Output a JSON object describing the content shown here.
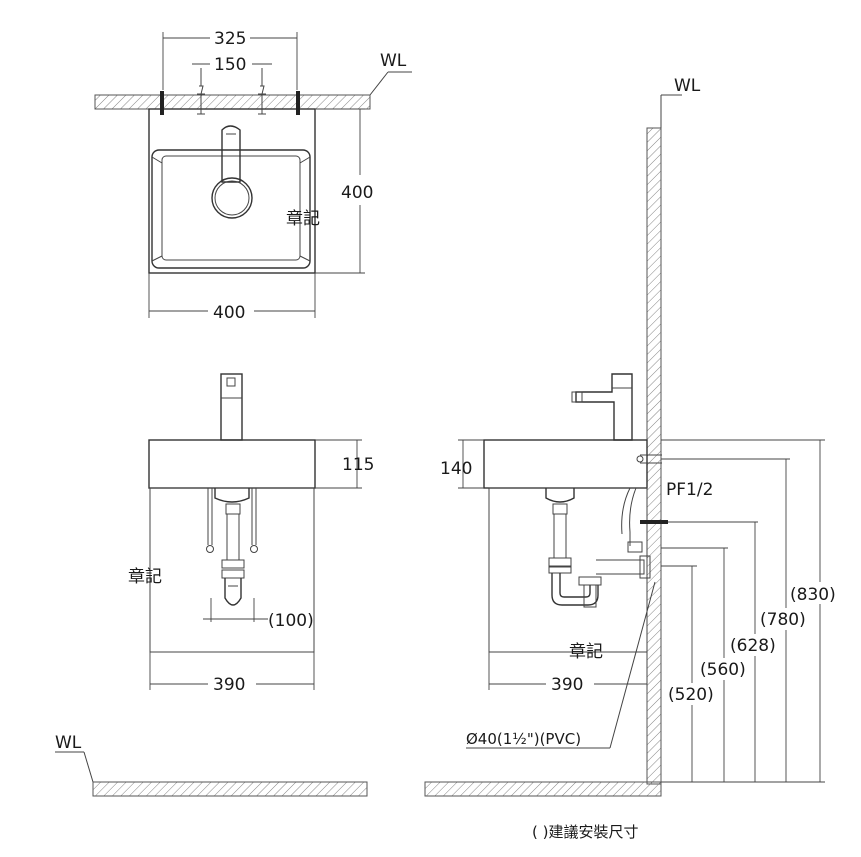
{
  "labels": {
    "wl_top": "WL",
    "wl_right": "WL",
    "wl_bottom": "WL",
    "dim_325": "325",
    "dim_150": "150",
    "dim_400_h": "400",
    "dim_400_v": "400",
    "dim_115": "115",
    "dim_390_front": "390",
    "dim_100": "(100)",
    "dim_140": "140",
    "dim_390_side": "390",
    "pf": "PF1/2",
    "dim_830": "(830)",
    "dim_780": "(780)",
    "dim_628": "(628)",
    "dim_560": "(560)",
    "dim_520": "(520)",
    "pipe": "Ø40(1½\")(PVC)",
    "note": "( )建議安裝尺寸"
  },
  "marks": {
    "stamp_text": "章記"
  },
  "colors": {
    "line": "#333333",
    "text": "#1a1a1a",
    "background": "#ffffff"
  }
}
